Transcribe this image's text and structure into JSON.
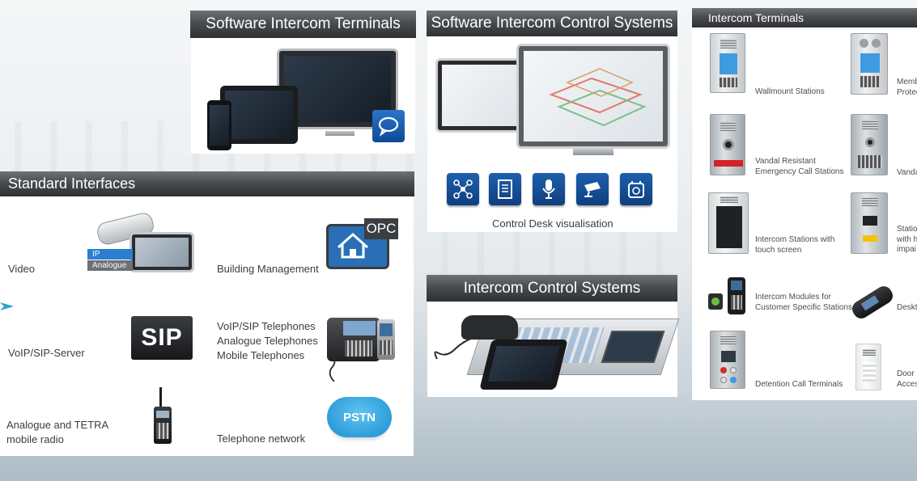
{
  "headers": {
    "software_terminals": "Software Intercom Terminals",
    "software_control": "Software Intercom Control Systems",
    "intercom_terminals": "Intercom Terminals",
    "standard_interfaces": "Standard Interfaces",
    "intercom_control": "Intercom Control Systems"
  },
  "control_desk": {
    "caption": "Control Desk visualisation",
    "icons": [
      "network-icon",
      "document-icon",
      "microphone-icon",
      "camera-icon",
      "alarm-clock-icon"
    ]
  },
  "interfaces": {
    "video": "Video",
    "video_badge_ip": "IP",
    "video_badge_analogue": "Analogue",
    "building_management": "Building Management",
    "opc_badge": "OPC",
    "voip_server": "VoIP/SIP-Server",
    "sip_logo": "SIP",
    "phones": [
      "VoIP/SIP Telephones",
      "Analogue Telephones",
      "Mobile Telephones"
    ],
    "radio": [
      "Analogue and TETRA",
      "mobile radio"
    ],
    "telephone_network": "Telephone network",
    "pstn_badge": "PSTN"
  },
  "terminals": {
    "wallmount": "Wallmount Stations",
    "membrane": [
      "Memb",
      "Protec"
    ],
    "vandal_emergency": [
      "Vandal Resistant",
      "Emergency Call Stations"
    ],
    "vandal2": "Vanda",
    "touch_screen": [
      "Intercom Stations with",
      "touch screen"
    ],
    "stations_impaired": [
      "Statio",
      "with h",
      "impai"
    ],
    "modules": [
      "Intercom Modules for",
      "Customer Specific Stations"
    ],
    "desktop": "Deskt",
    "detention": "Detention Call Terminals",
    "door": [
      "Door S",
      "Acces"
    ]
  },
  "colors": {
    "header_dark": "#2e3033",
    "accent_blue": "#1e5fae",
    "arrow_cyan": "#2a9fd6"
  }
}
